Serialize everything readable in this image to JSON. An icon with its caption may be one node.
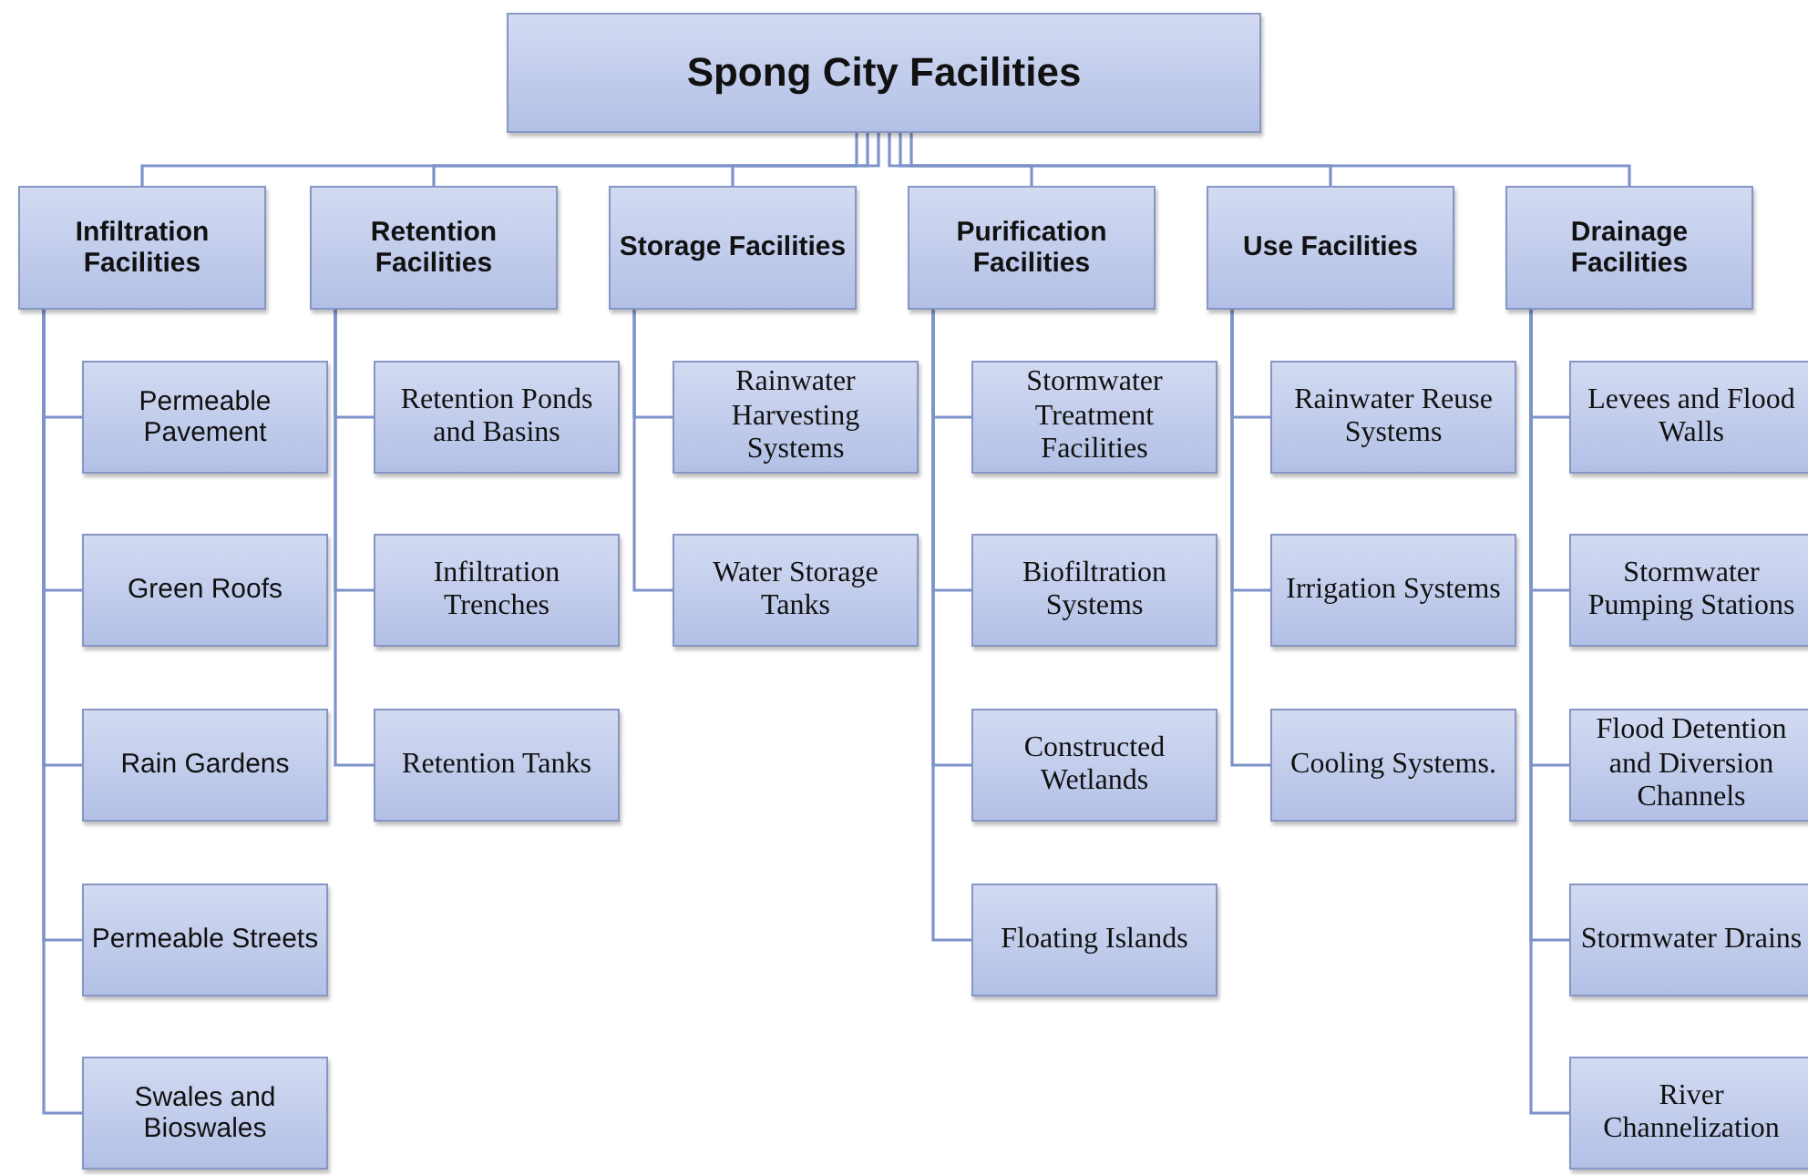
{
  "diagram": {
    "nodes": [
      {
        "text": [
          "Spong City Facilities"
        ]
      },
      {
        "text": [
          "Infiltration Facilities"
        ]
      },
      {
        "text": [
          "Retention Facilities"
        ]
      },
      {
        "text": [
          "Storage Facilities"
        ]
      },
      {
        "text": [
          "Purification Facilities"
        ]
      },
      {
        "text": [
          "Use Facilities"
        ]
      },
      {
        "text": [
          "Drainage Facilities"
        ]
      },
      {
        "text": [
          "Permeable Pavement"
        ]
      },
      {
        "text": [
          "Green Roofs"
        ]
      },
      {
        "text": [
          "Rain Gardens"
        ]
      },
      {
        "text": [
          "Permeable Streets"
        ]
      },
      {
        "text": [
          "Swales and Bioswales"
        ]
      },
      {
        "text": [
          "Retention Ponds and Basins"
        ]
      },
      {
        "text": [
          "Infiltration Trenches"
        ]
      },
      {
        "text": [
          "Retention Tanks"
        ]
      },
      {
        "text": [
          "Rainwater Harvesting Systems"
        ]
      },
      {
        "text": [
          "Water Storage Tanks"
        ]
      },
      {
        "text": [
          "Stormwater Treatment Facilities"
        ]
      },
      {
        "text": [
          "Biofiltration Systems"
        ]
      },
      {
        "text": [
          "Constructed Wetlands"
        ]
      },
      {
        "text": [
          "Floating Islands"
        ]
      },
      {
        "text": [
          "Rainwater Reuse Systems"
        ]
      },
      {
        "text": [
          "Irrigation Systems"
        ]
      },
      {
        "text": [
          "Cooling Systems."
        ]
      },
      {
        "text": [
          "Levees and Flood Walls"
        ]
      },
      {
        "text": [
          "Stormwater Pumping Stations"
        ]
      },
      {
        "text": [
          "Flood Detention and Diversion Channels"
        ]
      },
      {
        "text": [
          "Stormwater Drains"
        ]
      },
      {
        "text": [
          "River Channelization"
        ]
      }
    ],
    "edges": [
      {
        "from": 0,
        "to": 1,
        "arrow": "none"
      },
      {
        "from": 0,
        "to": 2,
        "arrow": "none"
      },
      {
        "from": 0,
        "to": 3,
        "arrow": "none"
      },
      {
        "from": 0,
        "to": 4,
        "arrow": "none"
      },
      {
        "from": 0,
        "to": 5,
        "arrow": "none"
      },
      {
        "from": 0,
        "to": 6,
        "arrow": "none"
      },
      {
        "from": 1,
        "to": 7,
        "arrow": "none"
      },
      {
        "from": 1,
        "to": 8,
        "arrow": "none"
      },
      {
        "from": 1,
        "to": 9,
        "arrow": "none"
      },
      {
        "from": 1,
        "to": 10,
        "arrow": "none"
      },
      {
        "from": 1,
        "to": 11,
        "arrow": "none"
      },
      {
        "from": 2,
        "to": 12,
        "arrow": "none"
      },
      {
        "from": 2,
        "to": 13,
        "arrow": "none"
      },
      {
        "from": 2,
        "to": 14,
        "arrow": "none"
      },
      {
        "from": 3,
        "to": 15,
        "arrow": "none"
      },
      {
        "from": 3,
        "to": 16,
        "arrow": "none"
      },
      {
        "from": 4,
        "to": 17,
        "arrow": "none"
      },
      {
        "from": 4,
        "to": 18,
        "arrow": "none"
      },
      {
        "from": 4,
        "to": 19,
        "arrow": "none"
      },
      {
        "from": 4,
        "to": 20,
        "arrow": "none"
      },
      {
        "from": 5,
        "to": 21,
        "arrow": "none"
      },
      {
        "from": 5,
        "to": 22,
        "arrow": "none"
      },
      {
        "from": 5,
        "to": 23,
        "arrow": "none"
      },
      {
        "from": 6,
        "to": 24,
        "arrow": "none"
      },
      {
        "from": 6,
        "to": 25,
        "arrow": "none"
      },
      {
        "from": 6,
        "to": 26,
        "arrow": "none"
      },
      {
        "from": 6,
        "to": 27,
        "arrow": "none"
      },
      {
        "from": 6,
        "to": 28,
        "arrow": "none"
      }
    ]
  }
}
